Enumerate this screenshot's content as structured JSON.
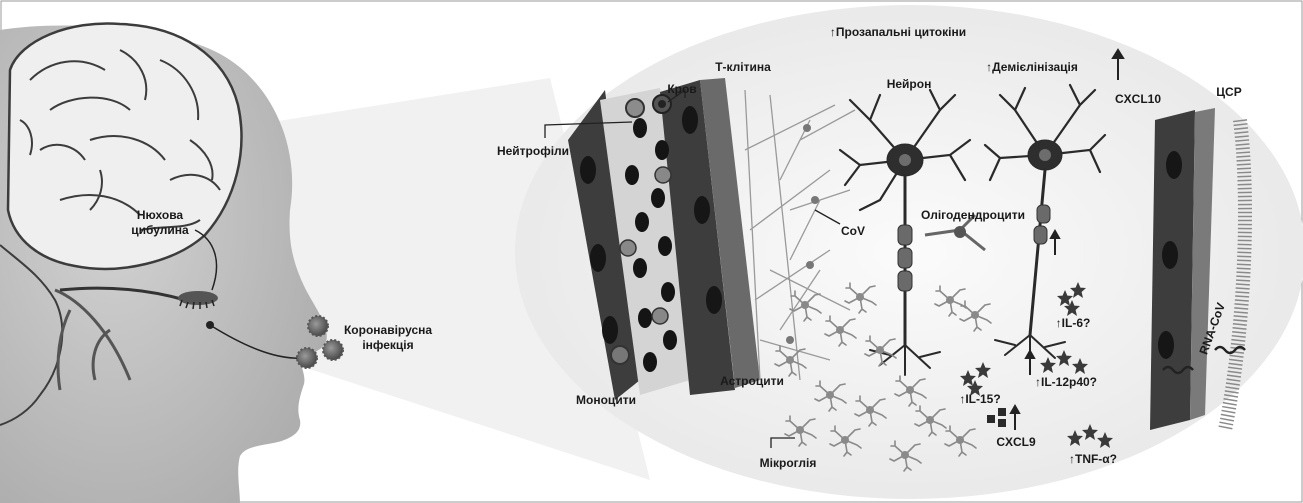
{
  "labels": {
    "olfactory_bulb_line1": "Нюхова",
    "olfactory_bulb_line2": "цибулина",
    "infection_line1": "Коронавірусна",
    "infection_line2": "інфекція",
    "proinflammatory": "↑Прозапальні цитокіни",
    "demyelination": "↑Демієлінізація",
    "t_cell": "Т-клітина",
    "blood": "Кров",
    "neutrophils": "Нейтрофіли",
    "neuron": "Нейрон",
    "cxcl10": "CXCL10",
    "csf": "ЦСР",
    "cov": "CoV",
    "oligodendrocytes": "Олігодендроцити",
    "il6": "↑IL-6?",
    "rna_cov": "RNA-CoV",
    "il12": "↑IL-12p40?",
    "il15": "↑IL-15?",
    "monocytes": "Моноцити",
    "astrocytes": "Астроцити",
    "cxcl9": "CXCL9",
    "tnf": "↑TNF-α?",
    "microglia": "Мікроглія"
  }
}
